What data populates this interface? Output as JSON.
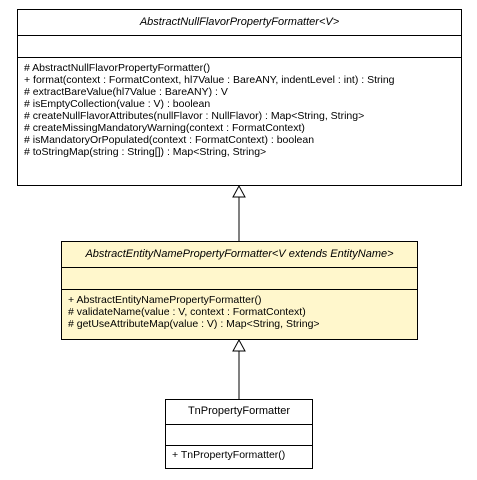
{
  "classes": {
    "base": {
      "name": "AbstractNullFlavorPropertyFormatter<V>",
      "operations": [
        "# AbstractNullFlavorPropertyFormatter()",
        "+ format(context : FormatContext, hl7Value : BareANY, indentLevel : int) : String",
        "# extractBareValue(hl7Value : BareANY) : V",
        "# isEmptyCollection(value : V) : boolean",
        "# createNullFlavorAttributes(nullFlavor : NullFlavor) : Map<String, String>",
        "# createMissingMandatoryWarning(context : FormatContext)",
        "# isMandatoryOrPopulated(context : FormatContext) : boolean",
        "# toStringMap(string : String[]) : Map<String, String>"
      ]
    },
    "middle": {
      "name": "AbstractEntityNamePropertyFormatter<V extends EntityName>",
      "operations": [
        "+ AbstractEntityNamePropertyFormatter()",
        "# validateName(value : V, context : FormatContext)",
        "# getUseAttributeMap(value : V) : Map<String, String>"
      ]
    },
    "leaf": {
      "name": "TnPropertyFormatter",
      "operations": [
        "+ TnPropertyFormatter()"
      ]
    }
  },
  "colors": {
    "highlight_fill": "#fff7cc",
    "default_fill": "#ffffff",
    "line": "#000000"
  }
}
